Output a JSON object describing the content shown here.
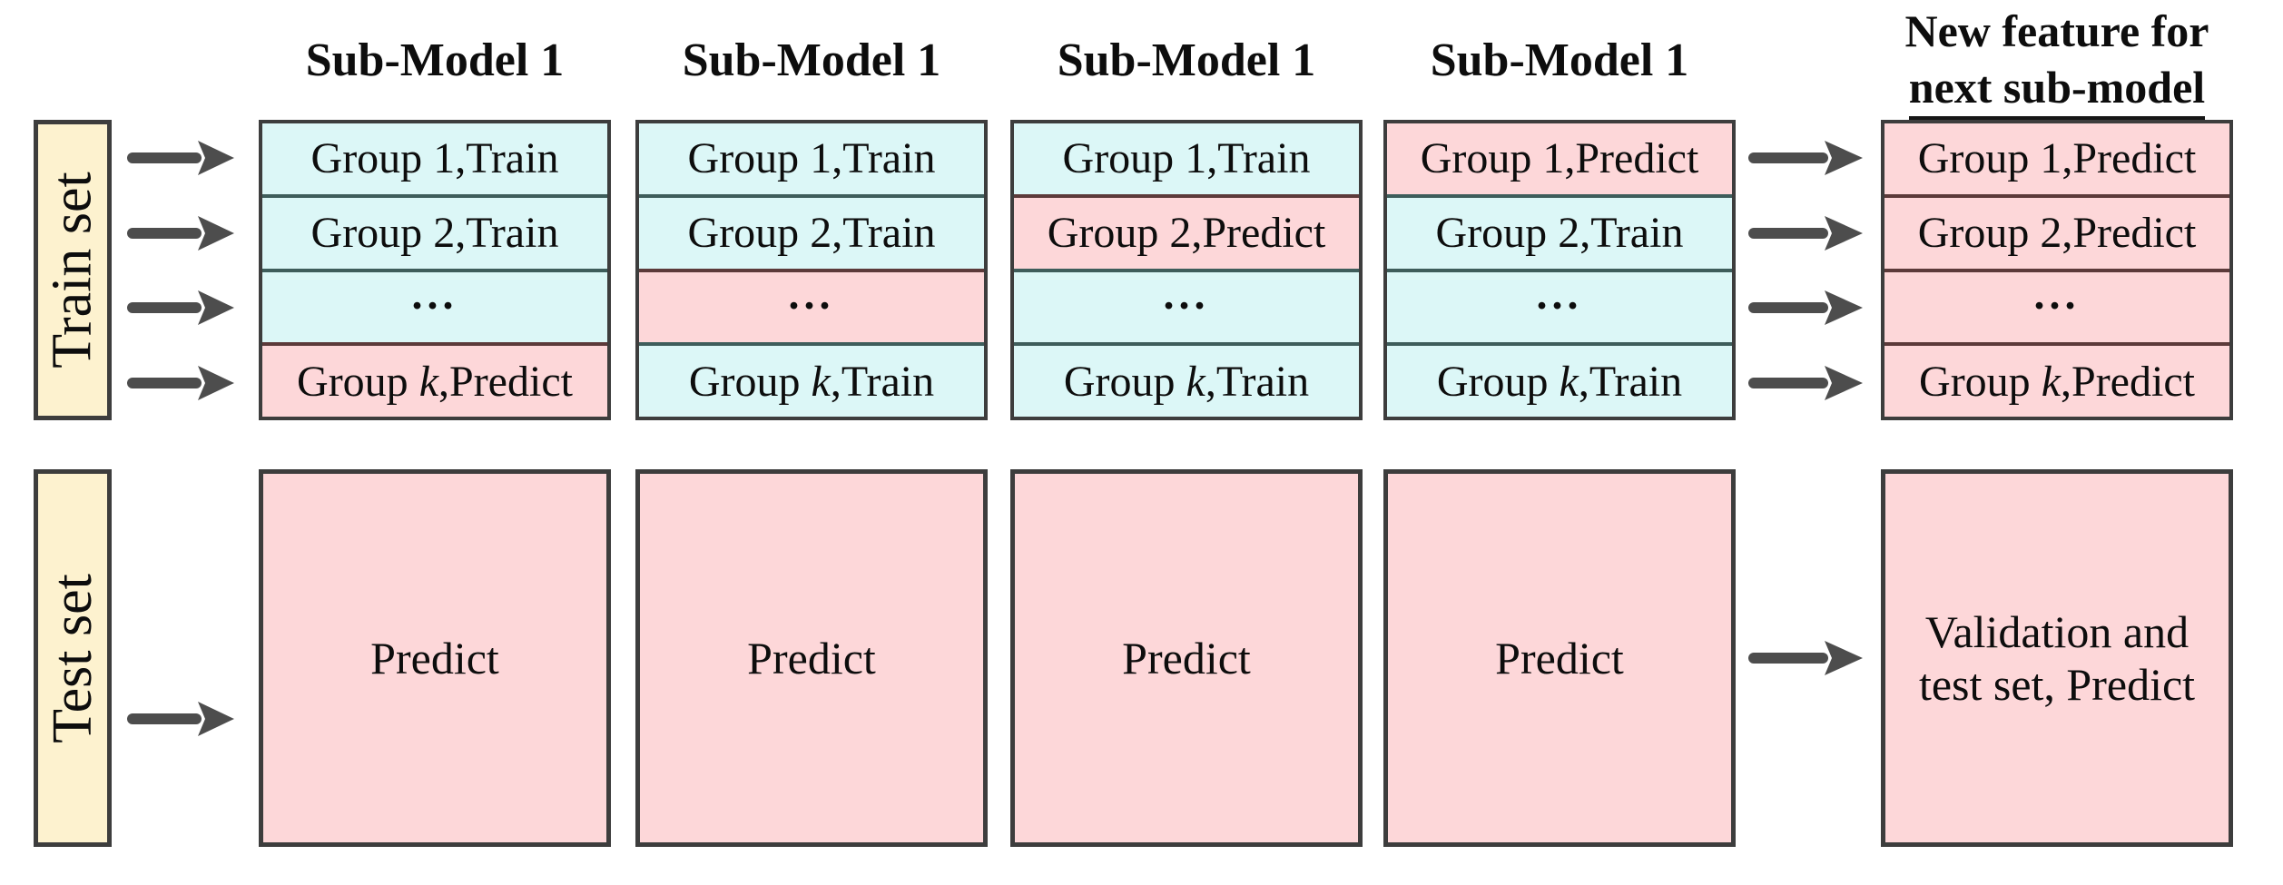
{
  "colors": {
    "train_fill": "#dcf7f7",
    "predict_fill": "#fdd7d9",
    "set_label_fill": "#fdf2cf",
    "outer_border": "#3d3d3d",
    "train_cell_border": "#3e5d5b",
    "predict_cell_border": "#5c3a3a",
    "arrow": "#4d4d4d",
    "text": "#0d0d0d"
  },
  "sub_headers": [
    "Sub-Model 1",
    "Sub-Model 1",
    "Sub-Model 1",
    "Sub-Model 1"
  ],
  "new_feature": {
    "line1": "New feature for",
    "line2": "next sub-model"
  },
  "train": {
    "label": "Train set",
    "cols": [
      {
        "rows": [
          {
            "prefix": "Group ",
            "group": "1",
            "suffix": ",Train",
            "type": "train"
          },
          {
            "prefix": "Group ",
            "group": "2",
            "suffix": ",Train",
            "type": "train"
          },
          {
            "dots": "...",
            "type": "train"
          },
          {
            "prefix": "Group ",
            "group": "k",
            "suffix": ",Predict",
            "type": "predict"
          }
        ]
      },
      {
        "rows": [
          {
            "prefix": "Group ",
            "group": "1",
            "suffix": ",Train",
            "type": "train"
          },
          {
            "prefix": "Group ",
            "group": "2",
            "suffix": ",Train",
            "type": "train"
          },
          {
            "dots": "...",
            "type": "predict"
          },
          {
            "prefix": "Group ",
            "group": "k",
            "suffix": ",Train",
            "type": "train"
          }
        ]
      },
      {
        "rows": [
          {
            "prefix": "Group ",
            "group": "1",
            "suffix": ",Train",
            "type": "train"
          },
          {
            "prefix": "Group ",
            "group": "2",
            "suffix": ",Predict",
            "type": "predict"
          },
          {
            "dots": "...",
            "type": "train"
          },
          {
            "prefix": "Group ",
            "group": "k",
            "suffix": ",Train",
            "type": "train"
          }
        ]
      },
      {
        "rows": [
          {
            "prefix": "Group ",
            "group": "1",
            "suffix": ",Predict",
            "type": "predict"
          },
          {
            "prefix": "Group ",
            "group": "2",
            "suffix": ",Train",
            "type": "train"
          },
          {
            "dots": "...",
            "type": "train"
          },
          {
            "prefix": "Group ",
            "group": "k",
            "suffix": ",Train",
            "type": "train"
          }
        ]
      }
    ],
    "out": {
      "rows": [
        {
          "prefix": "Group ",
          "group": "1",
          "suffix": ",Predict",
          "type": "predict"
        },
        {
          "prefix": "Group ",
          "group": "2",
          "suffix": ",Predict",
          "type": "predict"
        },
        {
          "dots": "...",
          "type": "predict"
        },
        {
          "prefix": "Group ",
          "group": "k",
          "suffix": ",Predict",
          "type": "predict"
        }
      ]
    }
  },
  "test": {
    "label": "Test set",
    "boxes": [
      "Predict",
      "Predict",
      "Predict",
      "Predict"
    ],
    "final": "Validation and test set, Predict"
  }
}
